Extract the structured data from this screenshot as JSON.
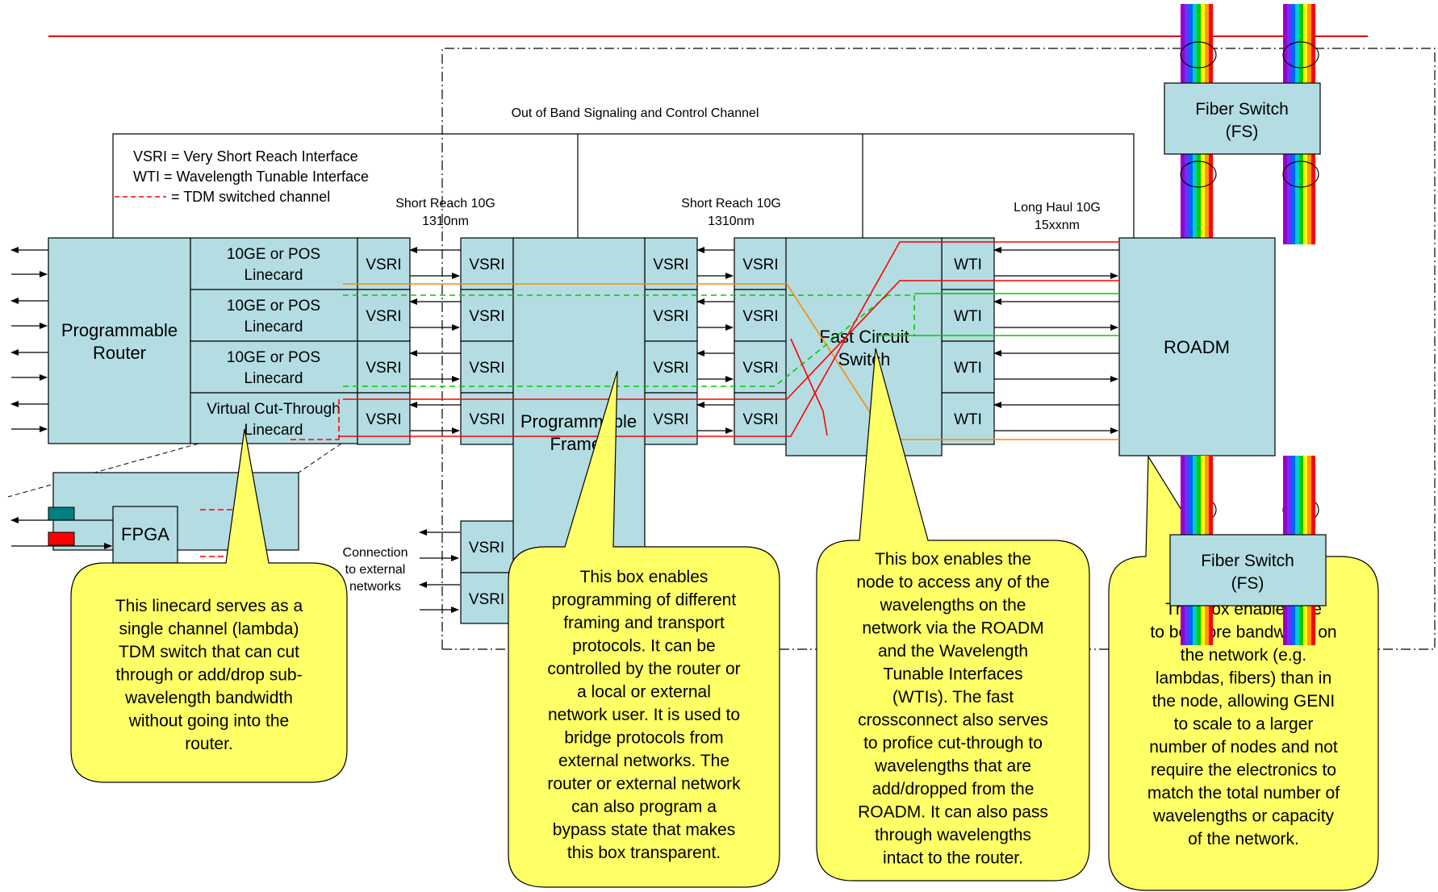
{
  "diagram": {
    "top_label": "Out of Band Signaling and Control Channel",
    "legend": {
      "vsri": "VSRI = Very Short Reach Interface",
      "wti": "WTI = Wavelength Tunable Interface",
      "tdm": "= TDM switched channel"
    },
    "link_labels": {
      "sr1_a": "Short Reach 10G",
      "sr1_b": "1310nm",
      "sr2_a": "Short Reach 10G",
      "sr2_b": "1310nm",
      "lh_a": "Long Haul 10G",
      "lh_b": "15xxnm"
    },
    "router": {
      "line1": "Programmable",
      "line2": "Router"
    },
    "linecards": [
      {
        "line1": "10GE or POS",
        "line2": "Linecard"
      },
      {
        "line1": "10GE or POS",
        "line2": "Linecard"
      },
      {
        "line1": "10GE or POS",
        "line2": "Linecard"
      },
      {
        "line1": "Virtual Cut-Through",
        "line2": "Linecard"
      }
    ],
    "vsri_label": "VSRI",
    "wti_label": "WTI",
    "framer": {
      "line1": "Programmable",
      "line2": "Framer"
    },
    "fcs": {
      "line1": "Fast Circuit",
      "line2": "Switch"
    },
    "roadm": "ROADM",
    "fiber_switch": {
      "line1": "Fiber Switch",
      "line2": "(FS)"
    },
    "fpga": "FPGA",
    "external": {
      "line1": "Connection",
      "line2": "to external",
      "line3": "networks"
    },
    "notes": {
      "linecard": [
        "This linecard serves as a",
        "single channel (lambda)",
        "TDM switch that can cut",
        "through or add/drop sub-",
        "wavelength bandwidth",
        "without going into the",
        "router."
      ],
      "framer": [
        "This box enables",
        "programming of different",
        "framing and transport",
        "protocols. It can be",
        "controlled by the router or",
        "a local or external",
        "network user. It is used to",
        "bridge protocols from",
        "external networks. The",
        "router or external network",
        "can also program a",
        "bypass state that makes",
        "this box transparent."
      ],
      "fcs": [
        "This box enables the",
        "node to access any of the",
        "wavelengths on the",
        "network via the ROADM",
        "and the Wavelength",
        "Tunable Interfaces",
        "(WTIs). The fast",
        "crossconnect also serves",
        "to proficе cut-through to",
        "wavelengths that are",
        "add/dropped from the",
        "ROADM. It can also pass",
        "through wavelengths",
        "intact to the router."
      ],
      "roadm": [
        "This box enables the",
        "to be more bandwidth on",
        "the network (e.g.",
        "lambdas, fibers) than in",
        "the node, allowing GENI",
        "to scale to a larger",
        "number of nodes and not",
        "require the electronics to",
        "match the total number of",
        "wavelengths or capacity",
        "of the network."
      ]
    },
    "colors": {
      "box": "#b3dde2",
      "note": "#ffff66",
      "control_line": "#e00000",
      "tdm": "#ff0000",
      "green_path": "#00cc00",
      "orange_path": "#ff8800",
      "fiber_bands": [
        "#9900cc",
        "#6633ff",
        "#0066ff",
        "#00cccc",
        "#00cc00",
        "#ffff00",
        "#ff9900",
        "#ff0000"
      ]
    }
  }
}
